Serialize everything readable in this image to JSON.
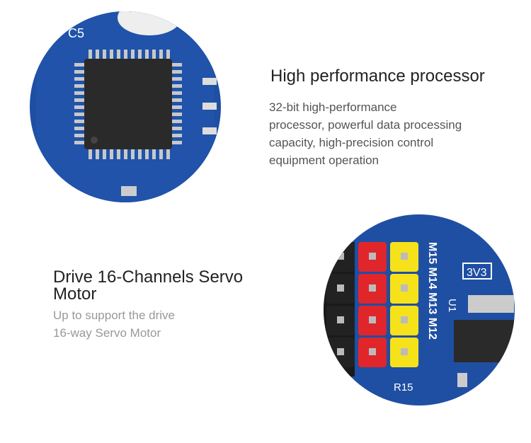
{
  "section1": {
    "title": "High performance processor",
    "description_lines": [
      "32-bit  high-performance",
      "processor, powerful data processing",
      "capacity, high-precision control",
      "equipment operation"
    ],
    "board_labels": {
      "capacitor": "C5"
    }
  },
  "section2": {
    "title_lines": [
      "Drive 16-Channels Servo",
      "Motor"
    ],
    "description_lines": [
      "Up to  support the drive",
      "16-way Servo Motor"
    ],
    "board_labels": {
      "servos": [
        "M15",
        "M14",
        "M13",
        "M12"
      ],
      "power": "3V3",
      "regulator": "U1",
      "resistor": "R15"
    }
  },
  "colors": {
    "pcb": "#1f4fa3",
    "chip": "#2a2a2a",
    "pin_red": "#e0262b",
    "pin_yellow": "#f5e21a"
  }
}
